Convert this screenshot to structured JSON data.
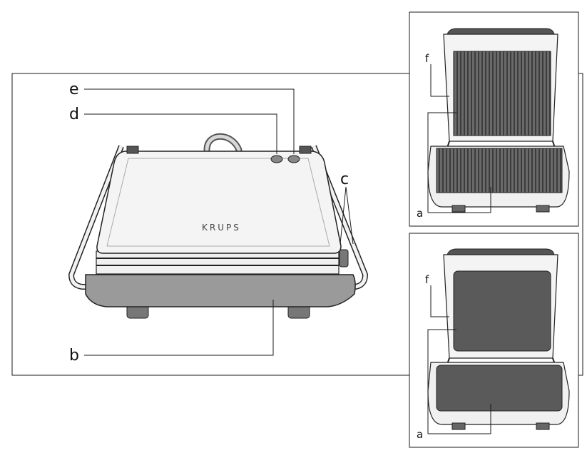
{
  "main": {
    "brand": "KRUPS",
    "labels": {
      "b": "b",
      "c": "c",
      "d": "d",
      "e": "e"
    }
  },
  "panel_top": {
    "labels": {
      "f": "f",
      "a": "a"
    },
    "plate_type": "grill"
  },
  "panel_bottom": {
    "labels": {
      "f": "f",
      "a": "a"
    },
    "plate_type": "flat"
  },
  "colors": {
    "line": "#1a1a1a",
    "shell": "#f2f2f2",
    "body_gray": "#9a9a9a",
    "plate_dark": "#5a5a5a"
  }
}
